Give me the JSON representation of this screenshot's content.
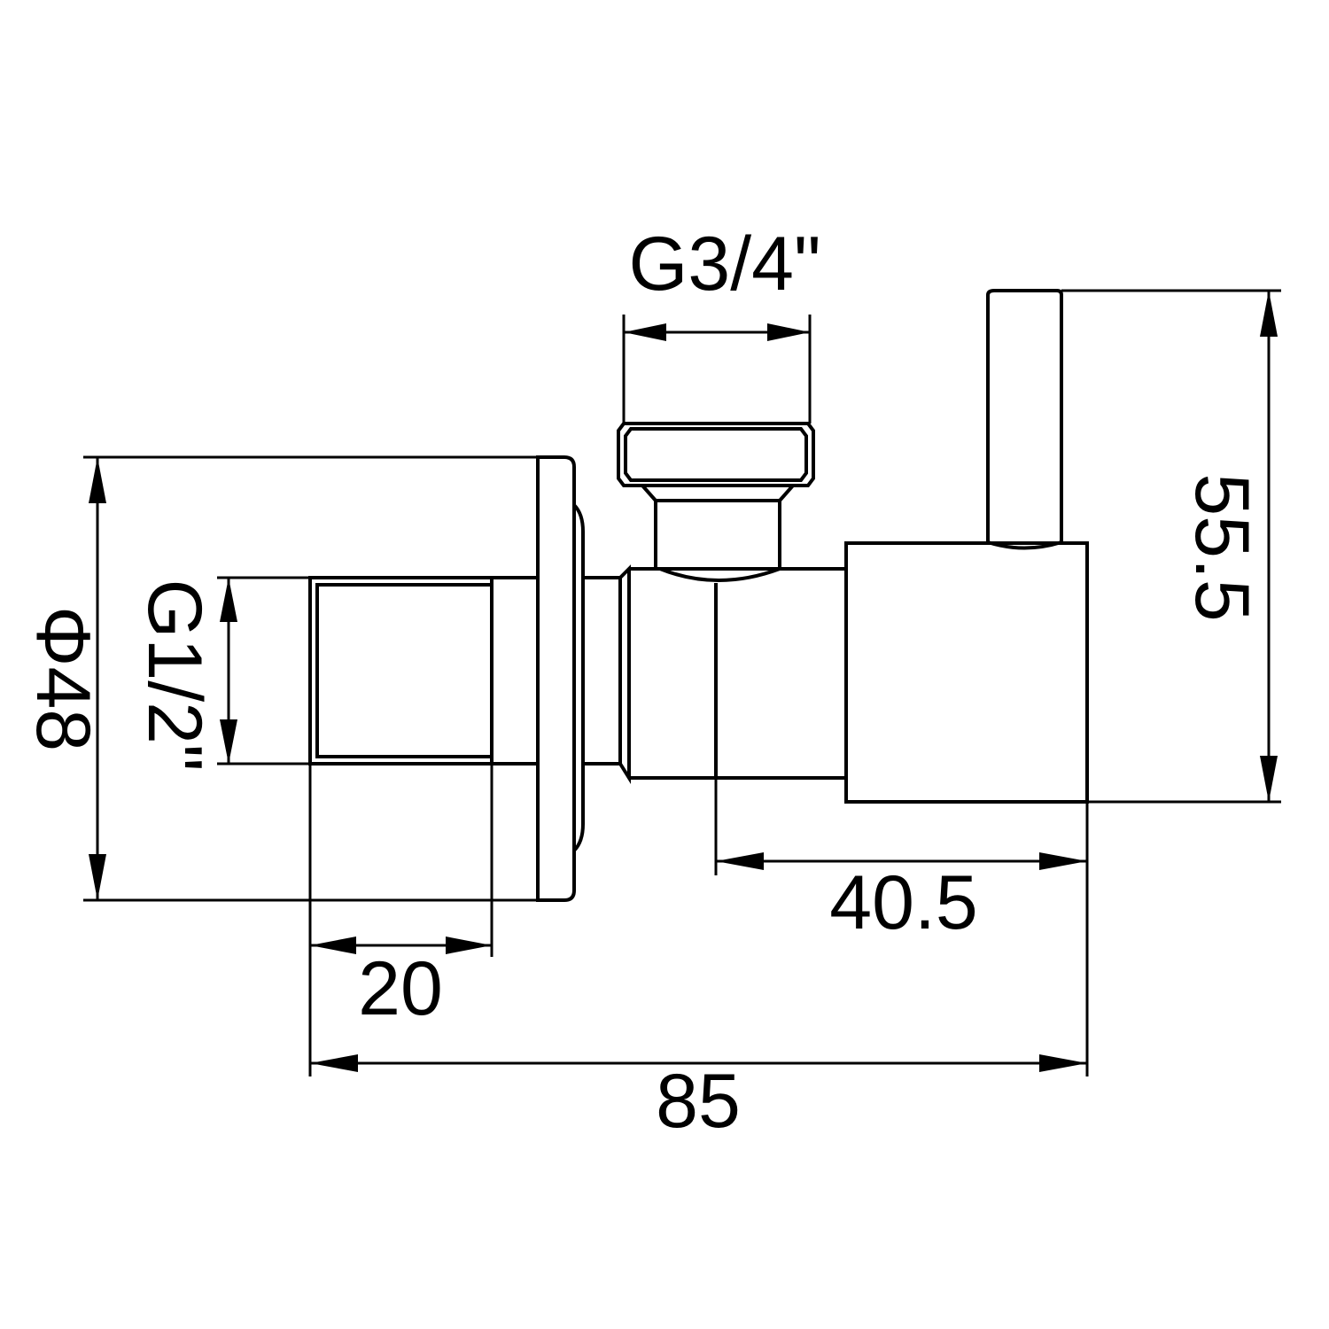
{
  "dimensions": {
    "top_thread": "G3/4\"",
    "overall_height": "55.5",
    "flange_diameter": "Φ48",
    "inlet_thread": "G1/2\"",
    "body_length": "40.5",
    "thread_length": "20",
    "overall_length": "85"
  }
}
